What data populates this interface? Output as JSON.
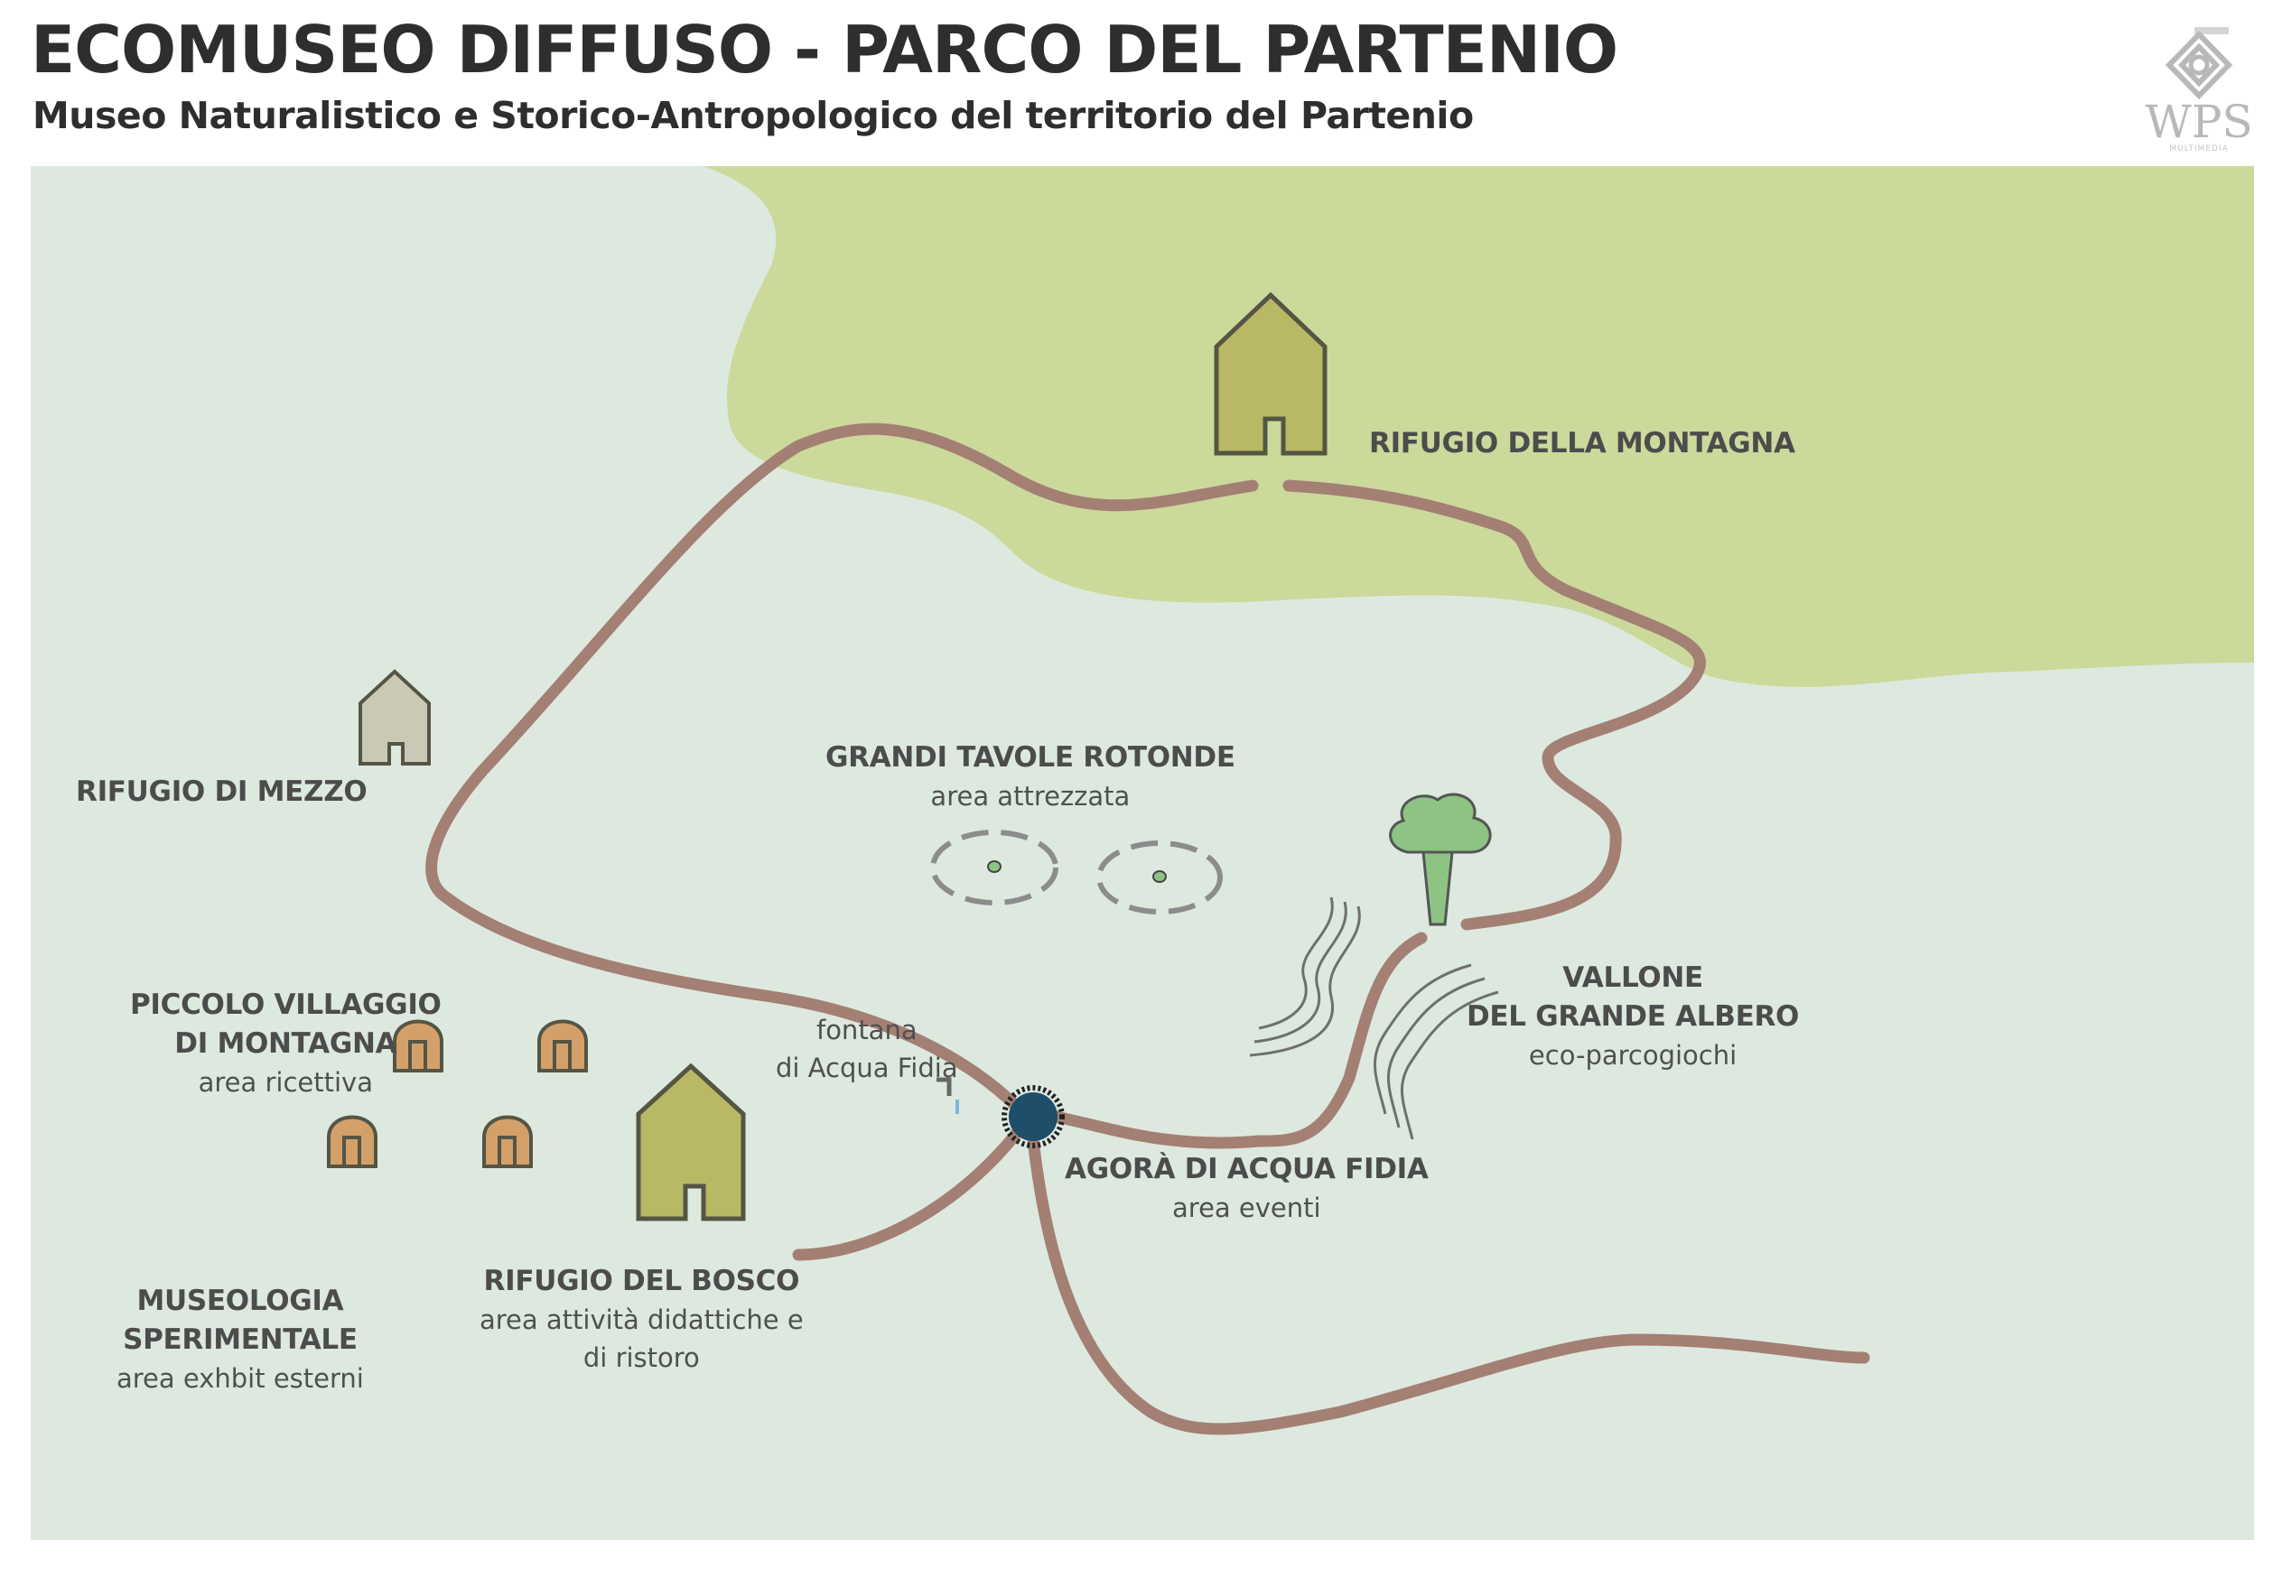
{
  "header": {
    "title": "ECOMUSEO DIFFUSO -  PARCO DEL PARTENIO",
    "subtitle": "Museo Naturalistico e Storico-Antropologico del territorio del Partenio"
  },
  "logo": {
    "text": "WPS",
    "tagline": "MULTIMEDIA"
  },
  "colors": {
    "map_background": "#dde9df",
    "mountain_area": "#cbd99b",
    "path": "#a47f74",
    "house_olive": "#b9b865",
    "house_grey": "#c9c9b6",
    "hut": "#d4a06a",
    "agora": "#1f4e6a",
    "tree": "#8dc383",
    "tables": "#8c8c8c"
  },
  "places": {
    "rifugio_montagna": {
      "name": "RIFUGIO DELLA MONTAGNA",
      "icon": "house-icon"
    },
    "rifugio_mezzo": {
      "name": "RIFUGIO DI MEZZO",
      "icon": "house-icon"
    },
    "tavole": {
      "name": "GRANDI TAVOLE ROTONDE",
      "sub": "area attrezzata",
      "icon": "round-table-icon"
    },
    "villaggio": {
      "name_line1": "PICCOLO VILLAGGIO",
      "name_line2": "DI MONTAGNA",
      "sub": "area ricettiva",
      "icon": "hut-icon"
    },
    "fontana": {
      "line1": "fontana",
      "line2": "di Acqua Fidia",
      "icon": "fountain-icon"
    },
    "vallone": {
      "name_line1": "VALLONE",
      "name_line2": "DEL GRANDE ALBERO",
      "sub": "eco-parcogiochi",
      "icon": "tree-icon"
    },
    "agora": {
      "name": "AGORÀ DI ACQUA FIDIA",
      "sub": "area eventi",
      "icon": "agora-icon"
    },
    "rifugio_bosco": {
      "name": "RIFUGIO DEL BOSCO",
      "sub_line1": "area attività didattiche e",
      "sub_line2": "di ristoro",
      "icon": "house-icon"
    },
    "museologia": {
      "name_line1": "MUSEOLOGIA",
      "name_line2": "SPERIMENTALE",
      "sub": "area exhbit esterni"
    }
  }
}
